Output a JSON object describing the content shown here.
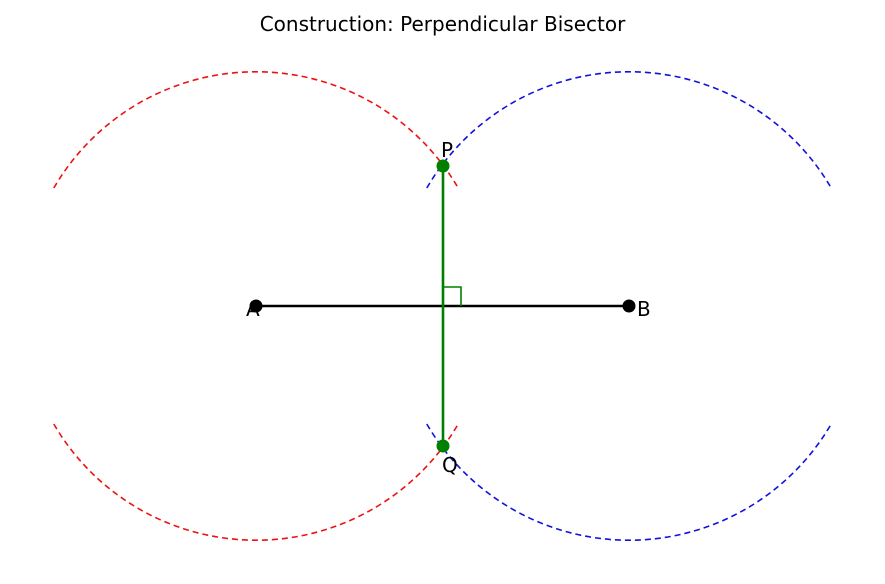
{
  "title": "Construction: Perpendicular Bisector",
  "points": {
    "A": "A",
    "B": "B",
    "P": "P",
    "Q": "Q"
  },
  "colors": {
    "arc_from_a": "#ee1111",
    "arc_from_b": "#1111dd",
    "bisector": "#008000",
    "segment": "#000000",
    "right_angle_marker": "#008000"
  }
}
